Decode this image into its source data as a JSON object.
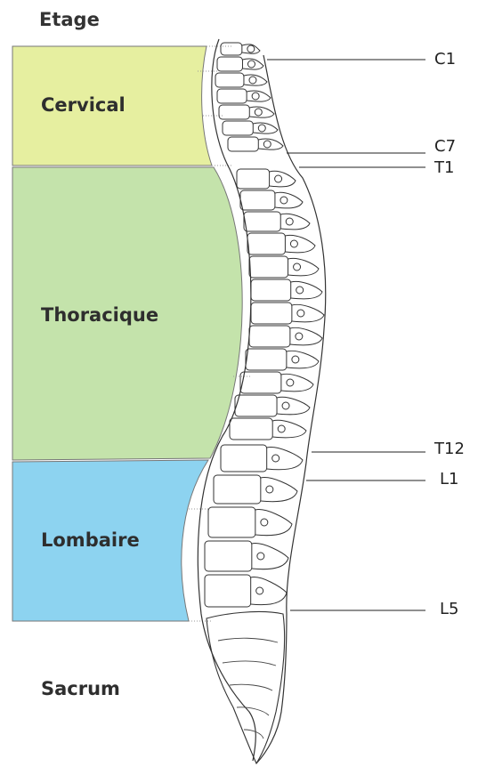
{
  "title": "Etage",
  "regions": [
    {
      "label": "Cervical",
      "color": "#e6efa0"
    },
    {
      "label": "Thoracique",
      "color": "#c4e3ab"
    },
    {
      "label": "Lombaire",
      "color": "#8dd3f0"
    },
    {
      "label": "Sacrum"
    }
  ],
  "levels": [
    "C1",
    "C7",
    "T1",
    "T12",
    "L1",
    "L5"
  ]
}
